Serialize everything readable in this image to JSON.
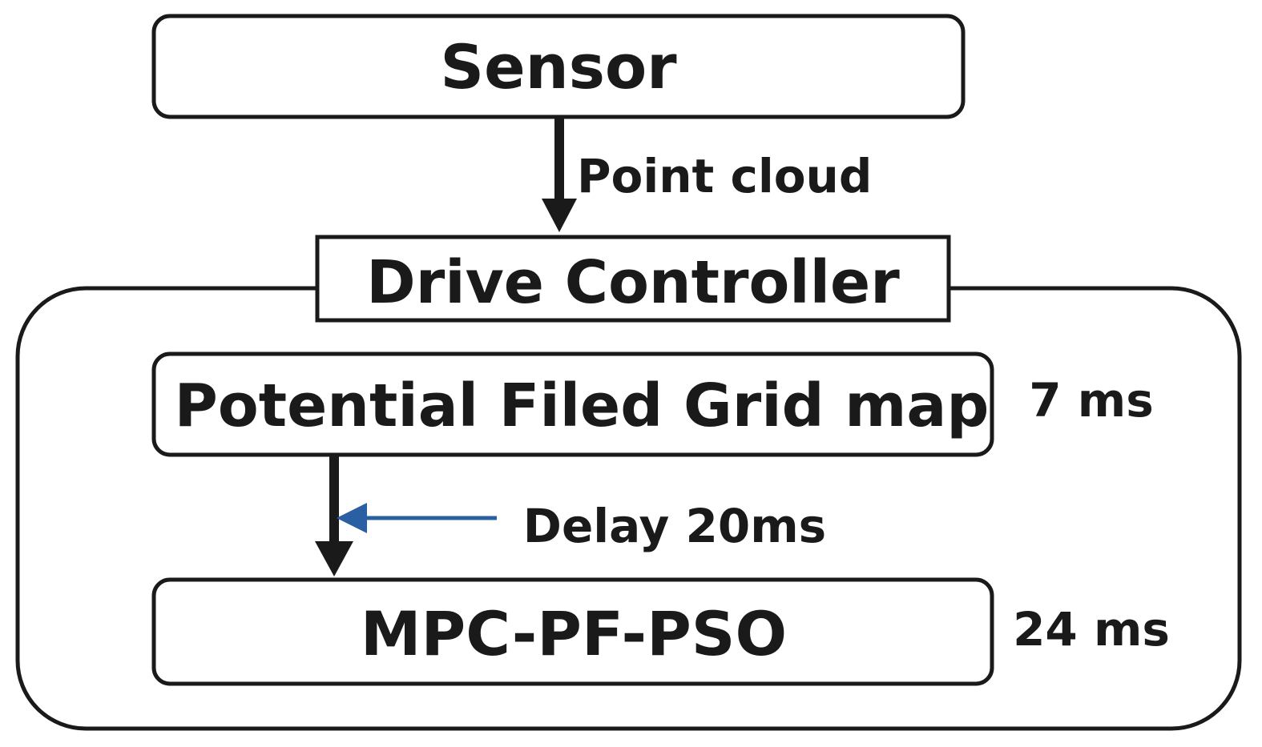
{
  "nodes": {
    "sensor": {
      "label": "Sensor"
    },
    "drive_controller": {
      "label": "Drive Controller"
    },
    "potential_field_grid_map": {
      "label": "Potential Filed Grid map"
    },
    "mpc_pf_pso": {
      "label": "MPC-PF-PSO"
    }
  },
  "edges": {
    "sensor_to_controller": {
      "label": "Point cloud"
    },
    "delay": {
      "label": "Delay 20ms"
    }
  },
  "timings": {
    "grid_map": "7 ms",
    "mpc": "24 ms"
  },
  "colors": {
    "stroke": "#1a1a1a",
    "delay_arrow": "#2b5fa3",
    "background": "#ffffff"
  }
}
